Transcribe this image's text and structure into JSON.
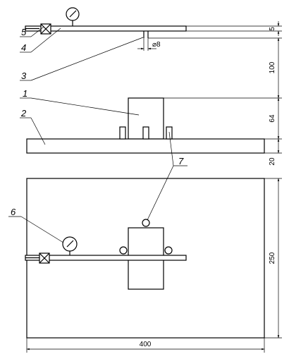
{
  "labels": {
    "l1": "1",
    "l2": "2",
    "l3": "3",
    "l4": "4",
    "l5": "5",
    "l6": "6",
    "l7": "7"
  },
  "dimensions": {
    "d5": "5",
    "d_diam8": "⌀8",
    "d100": "100",
    "d64": "64",
    "d20": "20",
    "d250": "250",
    "d400": "400"
  }
}
